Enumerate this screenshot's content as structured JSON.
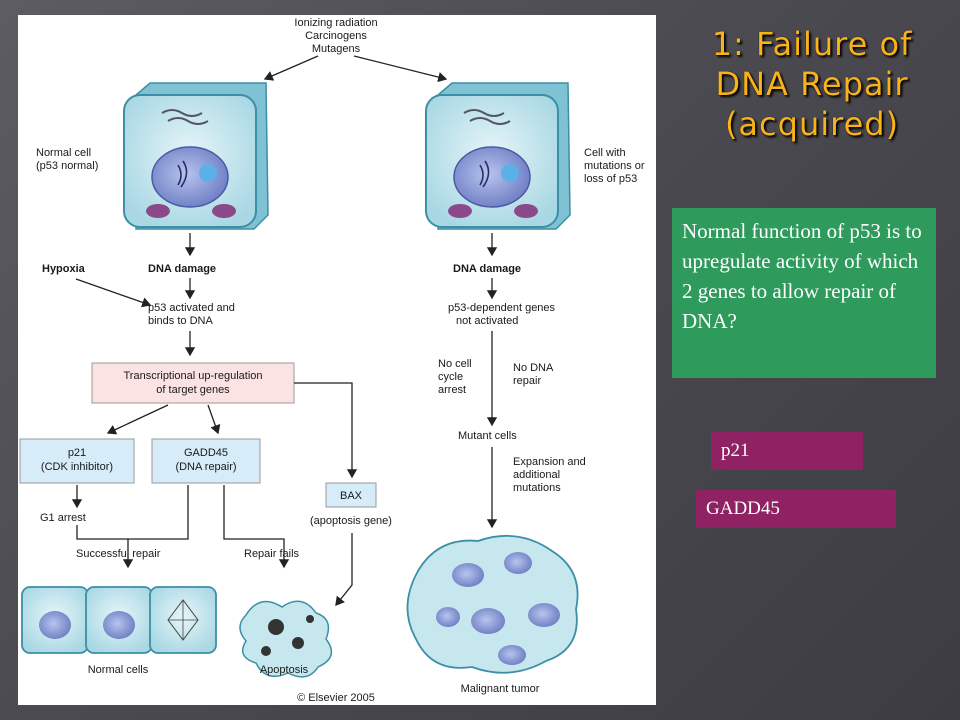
{
  "slide": {
    "title_lines": [
      "1: Failure of",
      "DNA Repair",
      "(acquired)"
    ],
    "question": "Normal function of p53  is to upregulate activity of which 2 genes to allow repair of DNA?",
    "answers": [
      "p21",
      "GADD45"
    ]
  },
  "figure": {
    "causes": [
      "Ionizing radiation",
      "Carcinogens",
      "Mutagens"
    ],
    "left_cell_label": [
      "Normal cell",
      "(p53 normal)"
    ],
    "right_cell_label": [
      "Cell with",
      "mutations or",
      "loss of p53"
    ],
    "hypoxia": "Hypoxia",
    "dna_damage_left": "DNA damage",
    "dna_damage_right": "DNA damage",
    "p53_activated": [
      "p53 activated and",
      "binds to DNA"
    ],
    "p53_not_activated": [
      "p53-dependent genes",
      "not activated"
    ],
    "transcription": [
      "Transcriptional up-regulation",
      "of target genes"
    ],
    "p21_box": [
      "p21",
      "(CDK inhibitor)"
    ],
    "gadd45_box": [
      "GADD45",
      "(DNA repair)"
    ],
    "bax_box": "BAX",
    "bax_note": "(apoptosis gene)",
    "g1_arrest": "G1 arrest",
    "successful_repair": "Successful repair",
    "repair_fails": "Repair fails",
    "no_cell_cycle_arrest": [
      "No cell",
      "cycle",
      "arrest"
    ],
    "no_dna_repair": [
      "No DNA",
      "repair"
    ],
    "mutant_cells": "Mutant cells",
    "expansion": [
      "Expansion and",
      "additional",
      "mutations"
    ],
    "normal_cells": "Normal cells",
    "apoptosis": "Apoptosis",
    "malignant_tumor": "Malignant tumor",
    "copyright": "© Elsevier 2005"
  },
  "colors": {
    "title": "#f7b21c",
    "question_bg": "#2e9a5c",
    "answer_bg": "#8e2262",
    "cell_fill": "#c7e7ef",
    "cell_edge": "#3c8fa6",
    "nucleus": "#8f9fd6",
    "transcription_box": "#fbe3e3",
    "gene_box": "#d6ecf8"
  }
}
